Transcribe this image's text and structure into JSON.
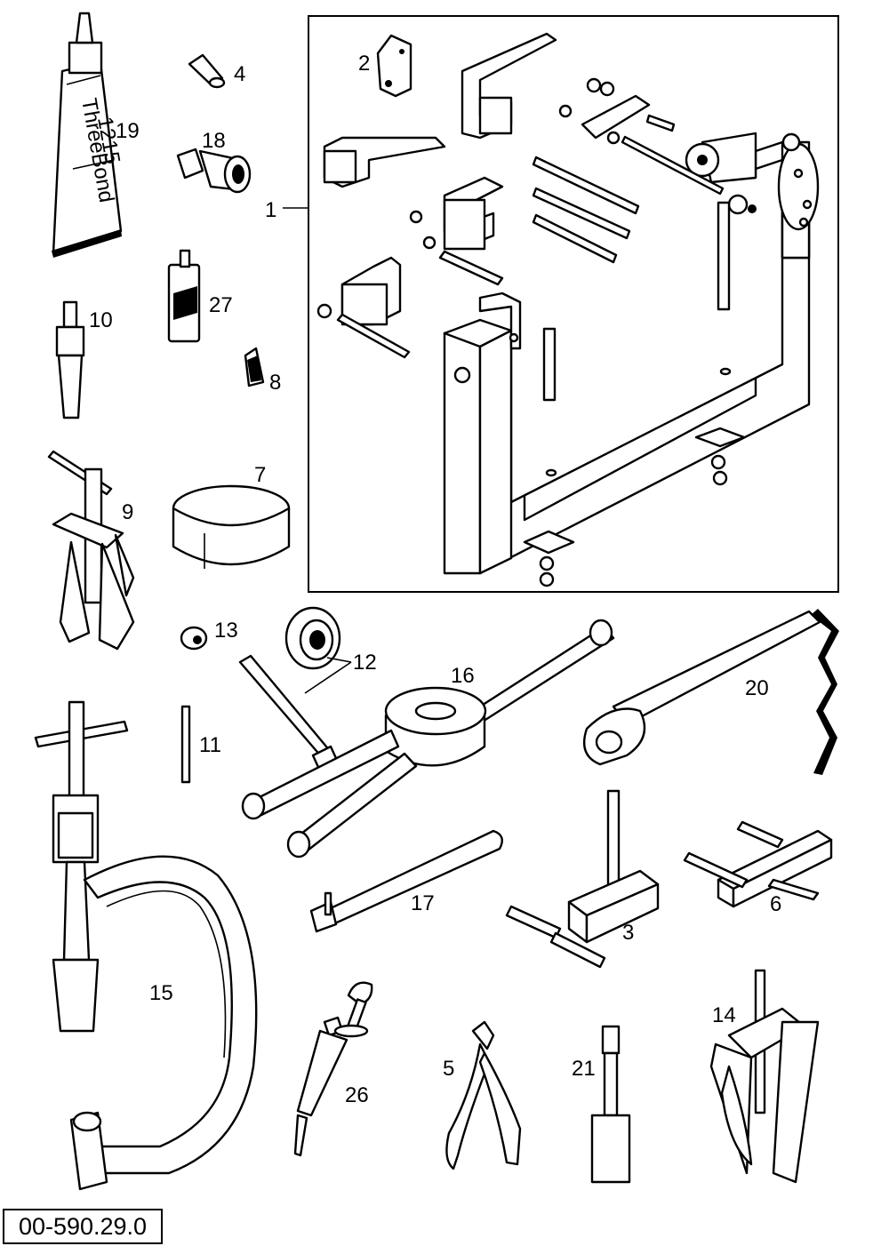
{
  "drawing_number": "00-590.29.0",
  "tube_label": {
    "brand": "ThreeBond",
    "code": "1215"
  },
  "parts": [
    {
      "id": "p1",
      "label": "1"
    },
    {
      "id": "p2",
      "label": "2"
    },
    {
      "id": "p3",
      "label": "3"
    },
    {
      "id": "p4",
      "label": "4"
    },
    {
      "id": "p5",
      "label": "5"
    },
    {
      "id": "p6",
      "label": "6"
    },
    {
      "id": "p7",
      "label": "7"
    },
    {
      "id": "p8",
      "label": "8"
    },
    {
      "id": "p9",
      "label": "9"
    },
    {
      "id": "p10",
      "label": "10"
    },
    {
      "id": "p11",
      "label": "11"
    },
    {
      "id": "p12",
      "label": "12"
    },
    {
      "id": "p13",
      "label": "13"
    },
    {
      "id": "p14",
      "label": "14"
    },
    {
      "id": "p15",
      "label": "15"
    },
    {
      "id": "p16",
      "label": "16"
    },
    {
      "id": "p17",
      "label": "17"
    },
    {
      "id": "p18",
      "label": "18"
    },
    {
      "id": "p19",
      "label": "19"
    },
    {
      "id": "p20",
      "label": "20"
    },
    {
      "id": "p21",
      "label": "21"
    },
    {
      "id": "p26",
      "label": "26"
    },
    {
      "id": "p27",
      "label": "27"
    }
  ]
}
